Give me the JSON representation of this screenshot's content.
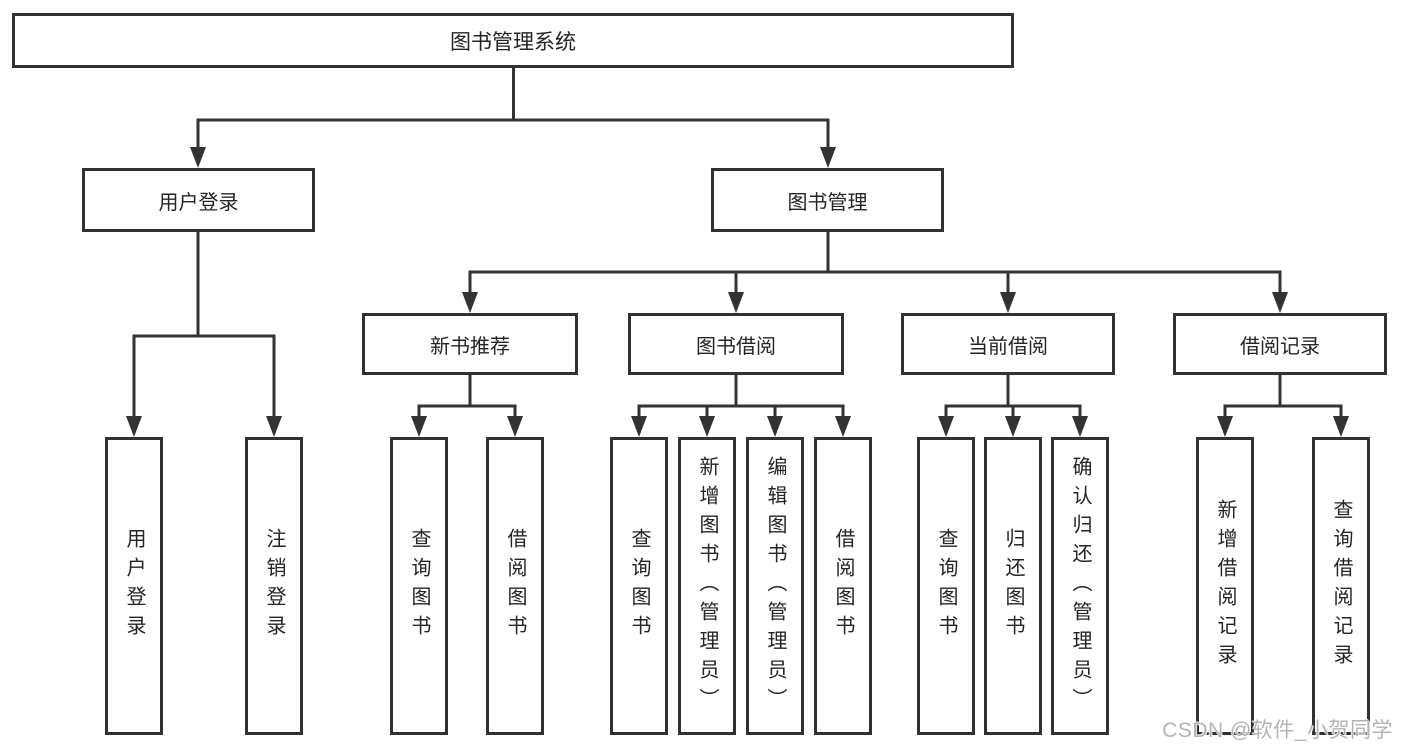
{
  "diagram_type": "hierarchy-tree",
  "colors": {
    "line": "#333333",
    "box_border": "#313131",
    "text": "#242424",
    "watermark_text": "#b4b4b4",
    "background": "#ffffff"
  },
  "tree": {
    "label": "图书管理系统",
    "children": [
      {
        "label": "用户登录",
        "children": [
          {
            "label": "用户登录"
          },
          {
            "label": "注销登录"
          }
        ]
      },
      {
        "label": "图书管理",
        "children": [
          {
            "label": "新书推荐",
            "children": [
              {
                "label": "查询图书"
              },
              {
                "label": "借阅图书"
              }
            ]
          },
          {
            "label": "图书借阅",
            "children": [
              {
                "label": "查询图书"
              },
              {
                "label": "新增图书（管理员）"
              },
              {
                "label": "编辑图书（管理员）"
              },
              {
                "label": "借阅图书"
              }
            ]
          },
          {
            "label": "当前借阅",
            "children": [
              {
                "label": "查询图书"
              },
              {
                "label": "归还图书"
              },
              {
                "label": "确认归还（管理员）"
              }
            ]
          },
          {
            "label": "借阅记录",
            "children": [
              {
                "label": "新增借阅记录"
              },
              {
                "label": "查询借阅记录"
              }
            ]
          }
        ]
      }
    ]
  },
  "watermark": {
    "text": "CSDN @软件_小贺同学"
  }
}
